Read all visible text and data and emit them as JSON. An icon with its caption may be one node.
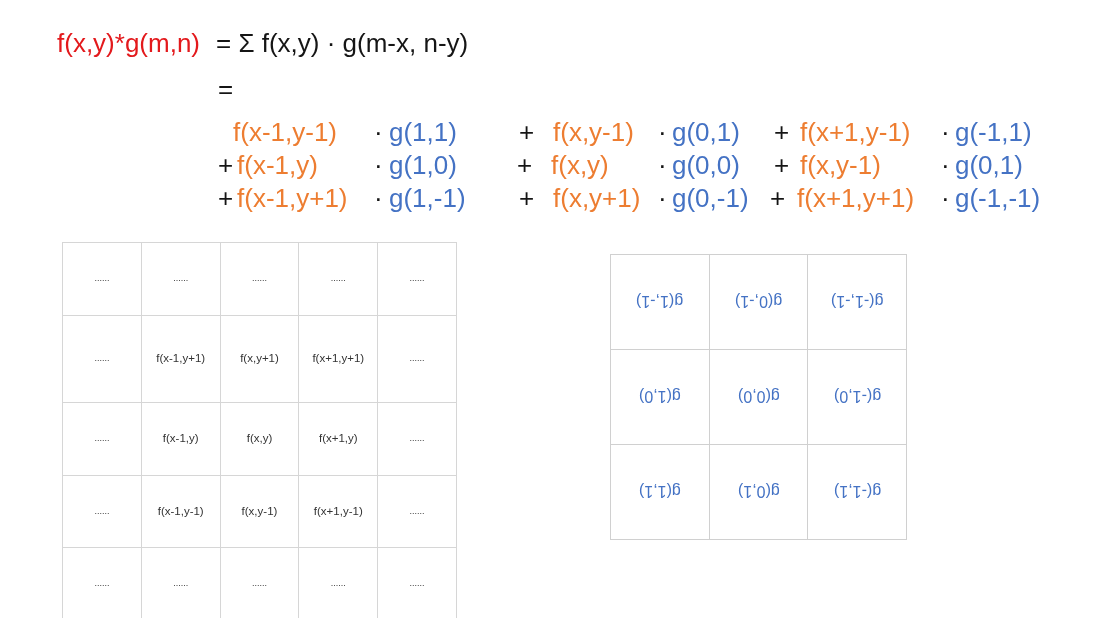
{
  "diagram": {
    "labels": [
      "f(x,y)*g(m,n)",
      "= Σ f(x,y) · g(m-x, n-y)",
      "=",
      "f(x-1,y-1)",
      "·",
      "g(1,1)",
      "+",
      "f(x,y-1)",
      "·",
      "g(0,1)",
      "+",
      "f(x+1,y-1)",
      "·",
      "g(-1,1)",
      "+",
      "f(x-1,y)",
      "·",
      "g(1,0)",
      "+",
      "f(x,y)",
      "·",
      "g(0,0)",
      "+",
      "f(x,y-1)",
      "·",
      "g(0,1)",
      "+",
      "f(x-1,y+1)",
      "·",
      "g(1,-1)",
      "+",
      "f(x,y+1)",
      "·",
      "g(0,-1)",
      "+",
      "f(x+1,y+1)",
      "·",
      "g(-1,-1)",
      "......",
      "......",
      "......",
      "......",
      "......",
      "......",
      "f(x-1,y+1)",
      "f(x,y+1)",
      "f(x+1,y+1)",
      "......",
      "......",
      "f(x-1,y)",
      "f(x,y)",
      "f(x+1,y)",
      "......",
      "......",
      "f(x-1,y-1)",
      "f(x,y-1)",
      "f(x+1,y-1)",
      "......",
      "......",
      "......",
      "......",
      "......",
      "......",
      "g(1,-1)",
      "g(0,-1)",
      "g(-1,-1)",
      "g(1,0)",
      "g(0,0)",
      "g(-1,0)",
      "g(1,1)",
      "g(0,1)",
      "g(-1,1)"
    ]
  }
}
